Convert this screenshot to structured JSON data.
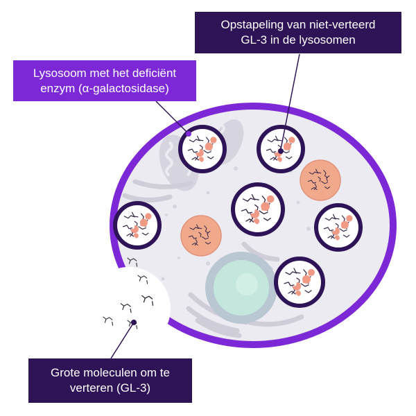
{
  "labels": {
    "accumulation": {
      "line1": "Opstapeling van niet-verteerd",
      "line2": "GL-3 in de lysosomen"
    },
    "lysosome": {
      "line1": "Lysosoom met het deficiënt",
      "line2": "enzym (α-galactosidase)"
    },
    "molecules": {
      "line1": "Grote moleculen om te",
      "line2": "verteren (GL-3)"
    }
  },
  "colors": {
    "cell_membrane": "#7d28d6",
    "cell_fill": "#ecebf1",
    "organelle_gray": "#d6d4de",
    "nucleus": "#c3e6dd",
    "lysosome_ring": "#2e1357",
    "lysosome_fill": "#ffffff",
    "healthy_lysosome": "#f0a98b",
    "enzyme_blob": "#f09a85",
    "dark_label_bg": "#2e1357",
    "purple_label_bg": "#7d28d6"
  }
}
